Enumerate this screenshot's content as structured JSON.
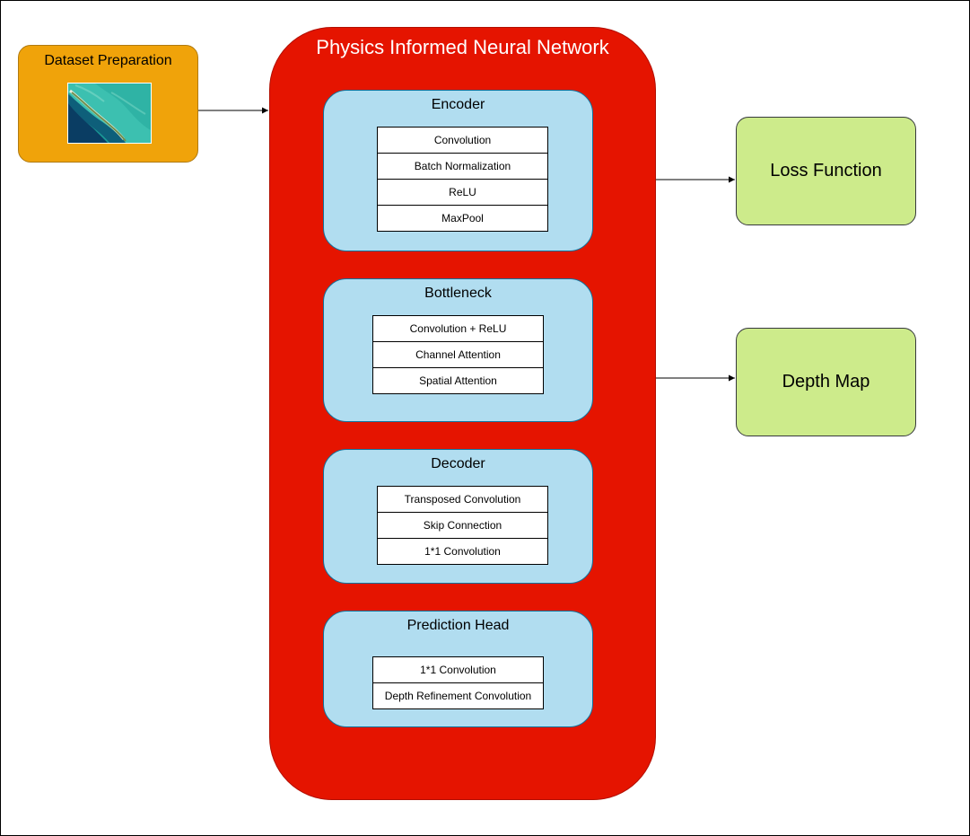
{
  "diagram": {
    "dataset": {
      "label": "Dataset Preparation",
      "image_icon": "satellite-coastline-image"
    },
    "pinn": {
      "label": "Physics Informed Neural Network",
      "blocks": [
        {
          "label": "Encoder",
          "layers": [
            "Convolution",
            "Batch Normalization",
            "ReLU",
            "MaxPool"
          ]
        },
        {
          "label": "Bottleneck",
          "layers": [
            "Convolution + ReLU",
            "Channel Attention",
            "Spatial Attention"
          ]
        },
        {
          "label": "Decoder",
          "layers": [
            "Transposed Convolution",
            "Skip Connection",
            "1*1 Convolution"
          ]
        },
        {
          "label": "Prediction Head",
          "layers": [
            "1*1 Convolution",
            "Depth Refinement Convolution"
          ]
        }
      ]
    },
    "outputs": {
      "loss": "Loss Function",
      "depth": "Depth Map"
    },
    "colors": {
      "dataset": "#f0a30a",
      "pinn": "#e51400",
      "block": "#b1ddf0",
      "output": "#cdeb8b"
    }
  }
}
